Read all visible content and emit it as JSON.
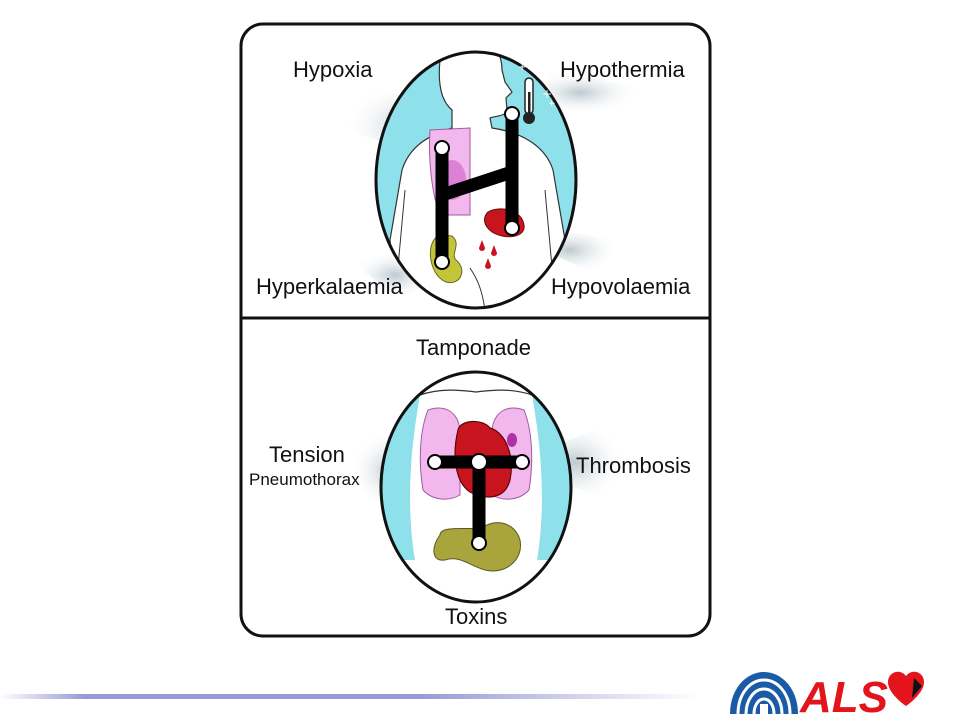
{
  "top_panel": {
    "labels": {
      "hypoxia": "Hypoxia",
      "hypothermia": "Hypothermia",
      "hyperkalaemia": "Hyperkalaemia",
      "hypovolaemia": "Hypovolaemia"
    }
  },
  "bottom_panel": {
    "labels": {
      "tamponade": "Tamponade",
      "tension": "Tension",
      "pneumothorax": "Pneumothorax",
      "thrombosis": "Thrombosis",
      "toxins": "Toxins"
    }
  },
  "logo": {
    "text": "ALS"
  },
  "colors": {
    "skin": "#8ee0ea",
    "lung": "#f2b8ee",
    "heart": "#c8141e",
    "stomach": "#a9a43c",
    "logo_blue": "#1a5aa6",
    "logo_red": "#e3141b",
    "footer_line": "#9a9ad6"
  }
}
